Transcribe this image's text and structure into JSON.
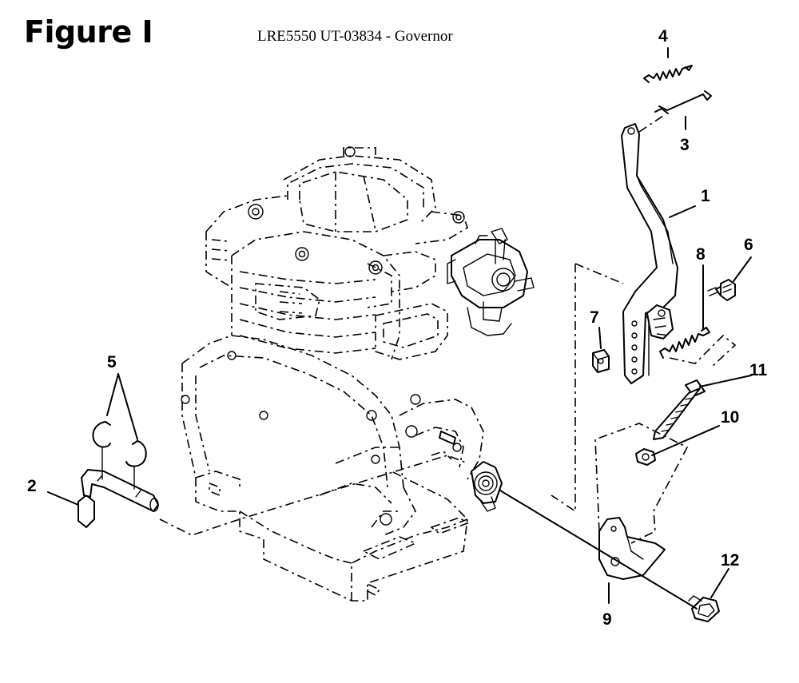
{
  "header": {
    "figure_title": "Figure I",
    "subtitle": "LRE5550 UT-03834 - Governor"
  },
  "callouts": [
    {
      "number": "1",
      "part": "governor-lever"
    },
    {
      "number": "2",
      "part": "governor-shaft"
    },
    {
      "number": "3",
      "part": "governor-rod"
    },
    {
      "number": "4",
      "part": "rod-spring"
    },
    {
      "number": "5",
      "part": "e-clips"
    },
    {
      "number": "6",
      "part": "adjusting-screw"
    },
    {
      "number": "7",
      "part": "square-nut"
    },
    {
      "number": "8",
      "part": "governor-spring"
    },
    {
      "number": "9",
      "part": "speed-control-bracket"
    },
    {
      "number": "10",
      "part": "hex-nut"
    },
    {
      "number": "11",
      "part": "lever-bolt"
    },
    {
      "number": "12",
      "part": "flange-bolt"
    }
  ]
}
